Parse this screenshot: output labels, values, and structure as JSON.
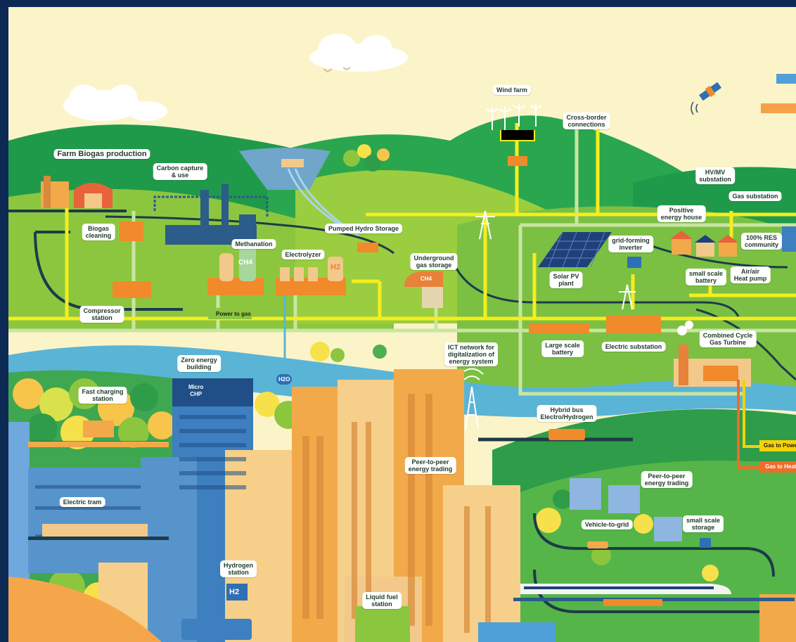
{
  "labels": {
    "farm_title": "Farm",
    "farm_sub": "Biogas production",
    "carbon_capture": [
      "Carbon capture",
      "& use"
    ],
    "biogas_cleaning": [
      "Biogas",
      "cleaning"
    ],
    "pumped_hydro": "Pumped Hydro Storage",
    "wind_farm": "Wind farm",
    "cross_border": [
      "Cross-border",
      "connections"
    ],
    "hv_mv": [
      "HV/MV",
      "substation"
    ],
    "gas_substation": "Gas substation",
    "positive_house": [
      "Positive",
      "energy house"
    ],
    "res_community": [
      "100% RES",
      "community"
    ],
    "grid_forming": [
      "grid-forming",
      "inverter"
    ],
    "small_battery": [
      "small scale",
      "battery"
    ],
    "heat_pump": [
      "Air/air",
      "Heat pump"
    ],
    "methanation": "Methanation",
    "electrolyzer": "Electrolyzer",
    "underground": [
      "Underground",
      "gas storage"
    ],
    "solar_pv": [
      "Solar PV",
      "plant"
    ],
    "compressor": [
      "Compressor",
      "station"
    ],
    "power_to_gas": "Power to gas",
    "large_battery": [
      "Large scale",
      "battery"
    ],
    "electric_substation": "Electric substation",
    "ccgt": [
      "Combined Cycle",
      "Gas Turbine"
    ],
    "ict": [
      "ICT network for",
      "digitalization of",
      "energy system"
    ],
    "zero_energy": [
      "Zero energy",
      "building"
    ],
    "micro_chp": [
      "Micro",
      "CHP"
    ],
    "fast_charging": [
      "Fast charging",
      "station"
    ],
    "hybrid_bus": "Hybrid bus",
    "hybrid_bus_sub": "Electro/Hydrogen",
    "p2p_center": [
      "Peer-to-peer",
      "energy trading"
    ],
    "p2p_right": [
      "Peer-to-peer",
      "energy trading"
    ],
    "electric_tram": "Electric tram",
    "vehicle_to_grid": "Vehicle-to-grid",
    "small_storage": [
      "small scale",
      "storage"
    ],
    "hydrogen_station": [
      "Hydrogen",
      "station"
    ],
    "liquid_fuel": [
      "Liquid fuel",
      "station"
    ],
    "gas_to_power": "Gas to Power",
    "gas_to_heat": "Gas to Heat",
    "h2_tank": "H2",
    "h2_sign": "H2",
    "ch4_tank": "CH4",
    "ch4_storage": "CH4",
    "h2o": "H2O"
  },
  "colors": {
    "frame": "#0d2a55",
    "sky": "#fbf4c8",
    "hill_dark": "#1f9a4a",
    "hill_mid": "#4caf50",
    "hill_light": "#8cc63f",
    "power_line": "#f4ee1e",
    "gas_line": "#c8e6a0",
    "road": "#1d3b4a",
    "river": "#5ab4d6",
    "building_orange": "#f2a94a",
    "building_blue": "#3d7fbf",
    "gas_to_power_bg": "#f4d20a",
    "gas_to_heat_bg": "#f06b2a"
  },
  "icons": [
    "satellite-icon",
    "wind-turbine-icon",
    "solar-panel-icon",
    "pylon-icon",
    "cloud-icon",
    "bird-icon"
  ]
}
